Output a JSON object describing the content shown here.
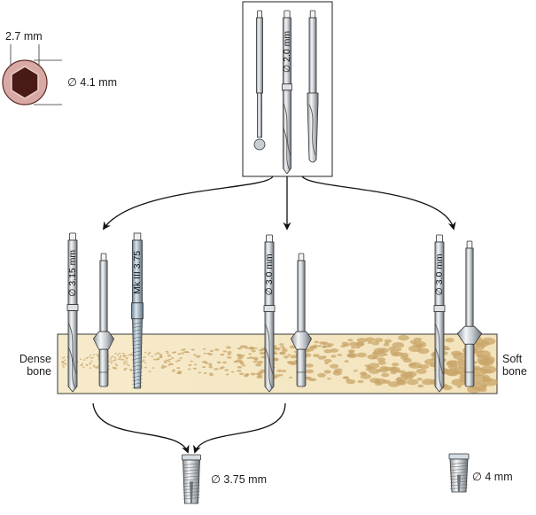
{
  "figure": {
    "title": "Implant drilling sequence for dense vs soft bone",
    "hex_detail": {
      "inner_label": "2.7 mm",
      "outer_label": "∅ 4.1 mm",
      "colors": {
        "hex": "#4a1a16",
        "ring": "#d9aaa5",
        "ring_edge": "#5a2a26"
      }
    },
    "initial_instruments": {
      "drills": [
        {
          "name": "round-bur",
          "label": ""
        },
        {
          "name": "twist-drill-2mm",
          "label": "∅ 2.0 mm"
        },
        {
          "name": "pilot-drill",
          "label": ""
        }
      ]
    },
    "bone": {
      "left_label_line1": "Dense",
      "left_label_line2": "bone",
      "right_label_line1": "Soft",
      "right_label_line2": "bone",
      "colors": {
        "base": "#f4e6c2",
        "pore": "#c9a56a",
        "edge": "#3a3a3a"
      }
    },
    "groups": [
      {
        "name": "dense",
        "drills": [
          {
            "type": "twist",
            "label": "∅ 3.15 mm"
          },
          {
            "type": "countersink",
            "label": ""
          },
          {
            "type": "tap",
            "label": "Mk III 3.75"
          }
        ]
      },
      {
        "name": "medium",
        "drills": [
          {
            "type": "twist",
            "label": "∅ 3.0 mm"
          },
          {
            "type": "countersink",
            "label": ""
          }
        ]
      },
      {
        "name": "soft",
        "drills": [
          {
            "type": "twist",
            "label": "∅ 3.0 mm"
          },
          {
            "type": "countersink-wide",
            "label": ""
          }
        ]
      }
    ],
    "implants": [
      {
        "name": "implant-3-75",
        "label": "∅ 3.75 mm"
      },
      {
        "name": "implant-4",
        "label": "∅ 4 mm"
      }
    ],
    "colors": {
      "metal_light": "#eef0f2",
      "metal_mid": "#b8bec4",
      "metal_dark": "#6c737a",
      "tap_blue": "#9fb4c4",
      "line": "#111111"
    }
  }
}
